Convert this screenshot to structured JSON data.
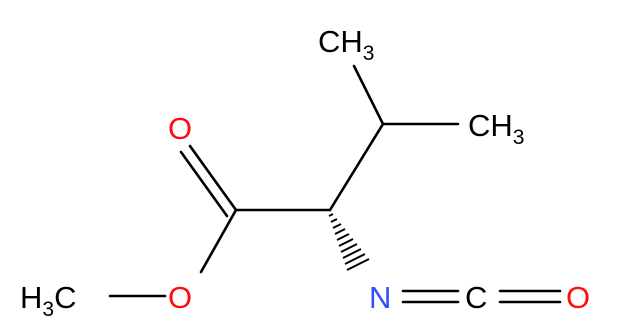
{
  "molecule": {
    "atoms": {
      "ch3_top": "CH3",
      "ch3_top_main": "CH",
      "ch3_top_sub": "3",
      "ch3_right_main": "CH",
      "ch3_right_sub": "3",
      "carbonyl_o": "O",
      "ester_o": "O",
      "h3c_h": "H",
      "h3c_sub": "3",
      "h3c_c": "C",
      "nitrogen": "N",
      "isocyanate_c": "C",
      "isocyanate_o": "O"
    },
    "colors": {
      "carbon": "#000000",
      "oxygen": "#ff0d0d",
      "nitrogen": "#3050f8",
      "bond": "#000000"
    }
  }
}
